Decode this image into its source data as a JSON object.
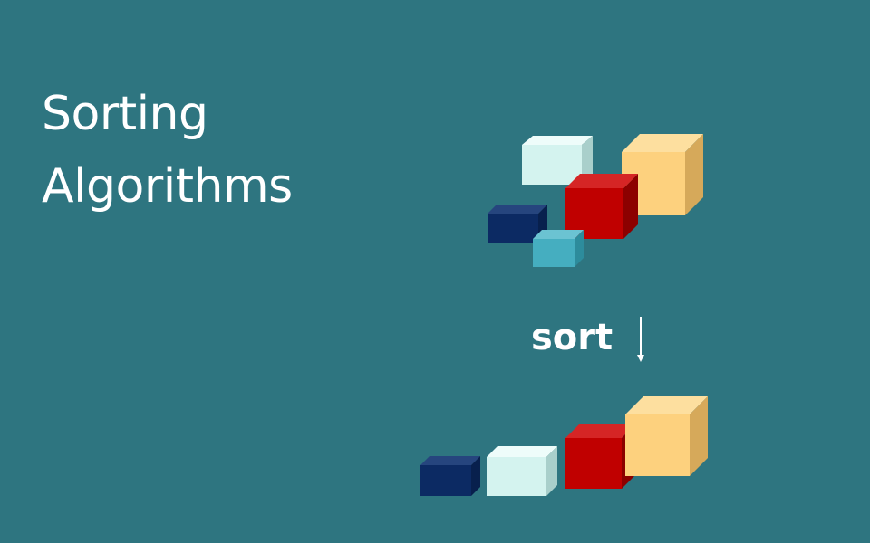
{
  "title": {
    "line1": "Sorting",
    "line2": "Algorithms"
  },
  "sort_label": "sort",
  "colors": {
    "background": "#2e7580",
    "white_text": "#ffffff",
    "block_navy": "#0c2a63",
    "block_mint": "#d4f3ef",
    "block_red": "#c00000",
    "block_sand": "#fdd17e",
    "block_cyan": "#45aec0"
  },
  "unsorted_blocks": [
    "mint",
    "sand",
    "red",
    "navy",
    "cyan"
  ],
  "sorted_blocks": [
    "navy",
    "mint",
    "red",
    "sand"
  ]
}
